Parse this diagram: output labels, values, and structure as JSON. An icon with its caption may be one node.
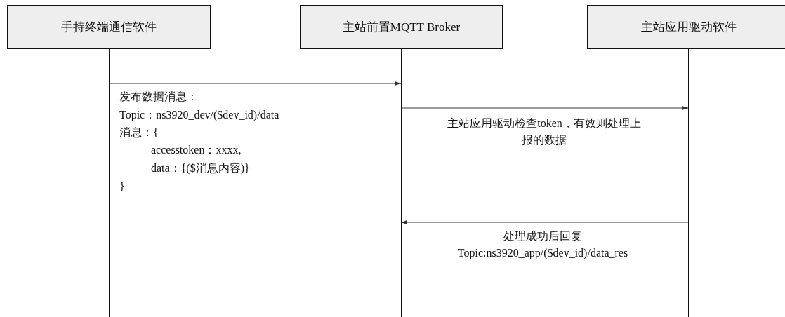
{
  "diagram": {
    "nodes": [
      {
        "text": [
          "手持终端通信软件"
        ]
      },
      {
        "text": [
          "主站前置MQTT Broker"
        ]
      },
      {
        "text": [
          "主站应用驱动软件"
        ]
      }
    ],
    "edges": [
      {
        "from": 0,
        "to": 1,
        "arrow": "to"
      },
      {
        "from": 1,
        "to": 2,
        "arrow": "to",
        "label": "主站应用驱动检查token，有效则处理上报的数据"
      },
      {
        "from": 2,
        "to": 1,
        "arrow": "to",
        "label": "处理成功后回复 Topic:ns3920_app/($dev_id)/data_res"
      }
    ],
    "labels": [
      "发布数据消息：",
      "Topic：ns3920_dev/($dev_id)/data",
      "消息：{",
      "accesstoken：xxxx,",
      "data：{($消息内容)}",
      "}"
    ]
  }
}
